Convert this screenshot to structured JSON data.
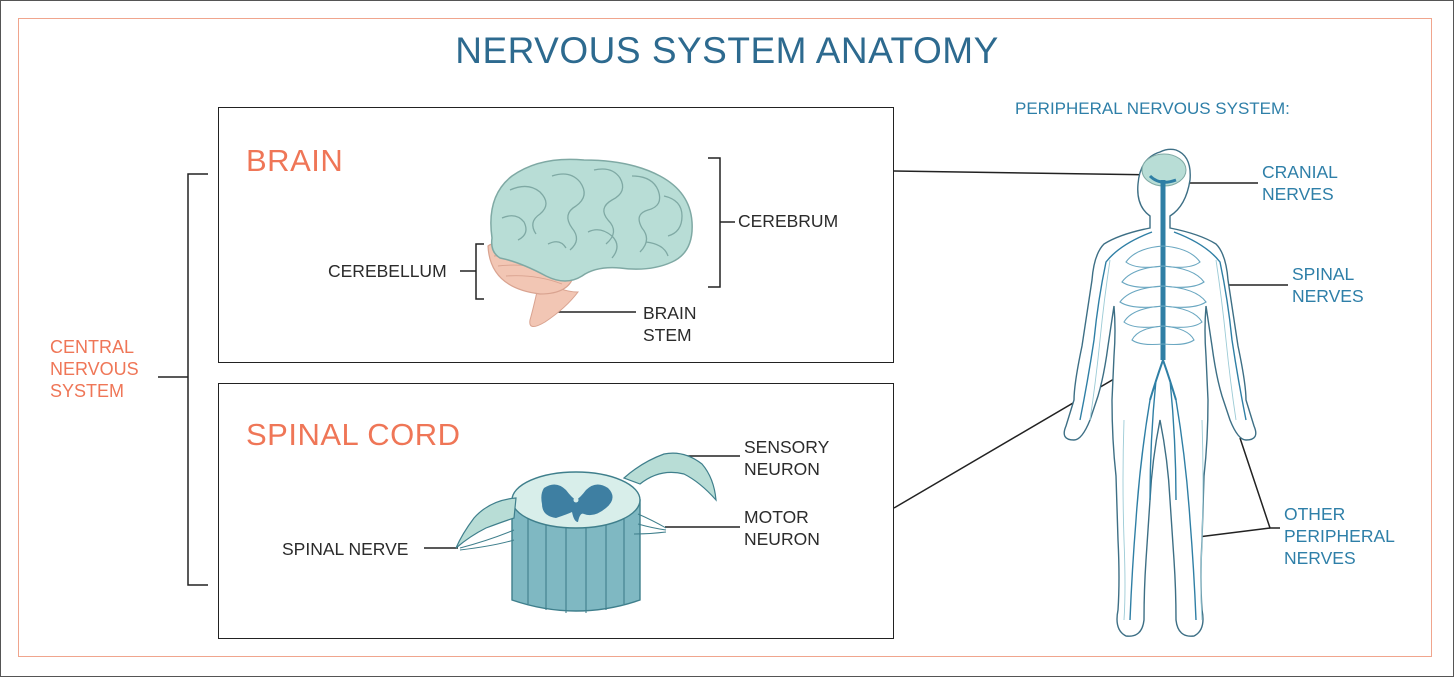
{
  "title": "NERVOUS SYSTEM ANATOMY",
  "cns": {
    "label": "CENTRAL NERVOUS SYSTEM",
    "lines": [
      "CENTRAL",
      "NERVOUS",
      "SYSTEM"
    ]
  },
  "brain": {
    "heading": "BRAIN",
    "parts": {
      "cerebrum": "CEREBRUM",
      "cerebellum": "CEREBELLUM",
      "brain_stem": [
        "BRAIN",
        "STEM"
      ]
    }
  },
  "spinal_cord": {
    "heading": "SPINAL CORD",
    "parts": {
      "sensory_neuron": [
        "SENSORY",
        "NEURON"
      ],
      "motor_neuron": [
        "MOTOR",
        "NEURON"
      ],
      "spinal_nerve": "SPINAL NERVE"
    }
  },
  "pns": {
    "heading": "PERIPHERAL NERVOUS SYSTEM:",
    "cranial": [
      "CRANIAL",
      "NERVES"
    ],
    "spinal": [
      "SPINAL",
      "NERVES"
    ],
    "other": [
      "OTHER",
      "PERIPHERAL",
      "NERVES"
    ]
  },
  "colors": {
    "title_blue": "#2d6a8f",
    "label_blue": "#2e7fa8",
    "accent_red": "#ef7657",
    "brain_teal": "#b8ddd6",
    "cerebellum_pink": "#f2c6b4",
    "cord_teal": "#7fb8c2",
    "grey_matter": "#3e7fa2",
    "nerve_blue": "#2f7fa5"
  },
  "icons": [
    "brain-illustration",
    "spinal-cord-illustration",
    "human-body-nervous-system-illustration"
  ]
}
